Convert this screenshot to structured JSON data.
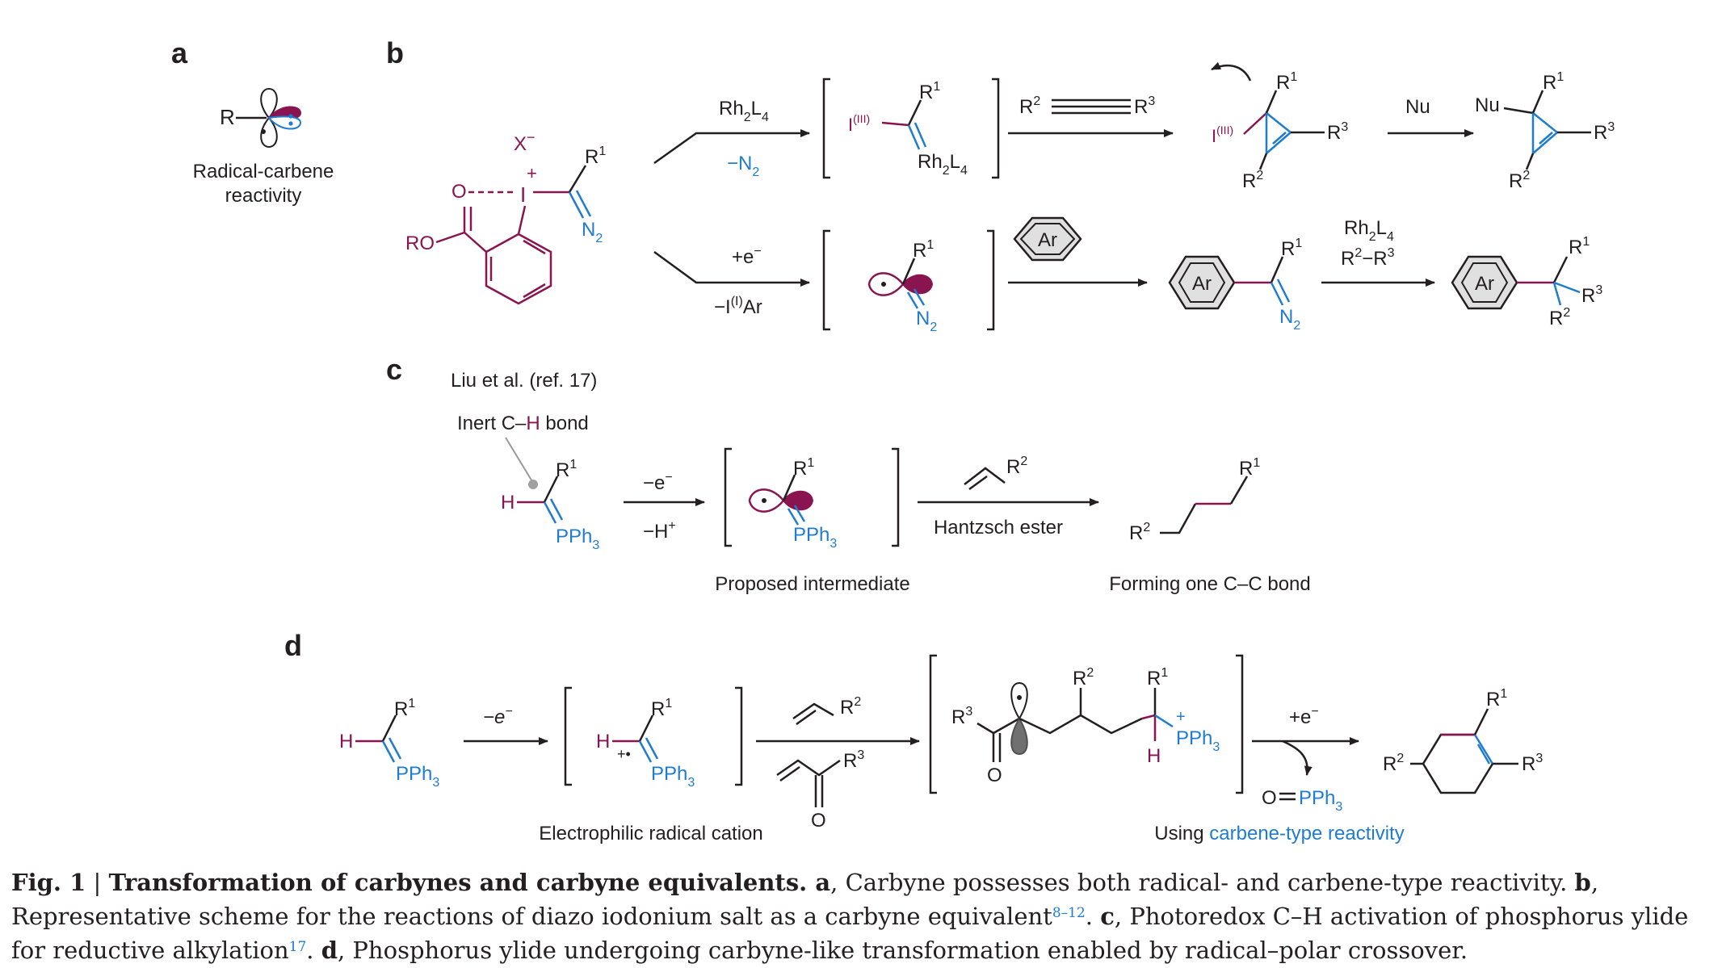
{
  "panels": {
    "a": {
      "letter": "a",
      "substituent": "R",
      "label_line1": "Radical-carbene",
      "label_line2": "reactivity"
    },
    "b": {
      "letter": "b",
      "counterion": "X",
      "counterion_charge": "−",
      "iodine": "I",
      "iodine_charge": "+",
      "carbonyl_o": "O",
      "ester_ro": "RO",
      "diazo": "N",
      "diazo_sub": "2",
      "r1": "R",
      "r1_sup": "1",
      "top": {
        "reagent": "Rh",
        "reagent_s1": "2",
        "reagent_l": "L",
        "reagent_s2": "4",
        "byproduct": "−N",
        "byproduct_sub": "2",
        "int_iodine": "I",
        "int_iodine_ox": "(III)",
        "int_r1": "R",
        "int_r1_sup": "1",
        "int_metal": "Rh",
        "int_metal_s1": "2",
        "int_metal_l": "L",
        "int_metal_s2": "4",
        "alkyne_r2": "R",
        "alkyne_r2_sup": "2",
        "alkyne_r3": "R",
        "alkyne_r3_sup": "3",
        "cp_iodine": "I",
        "cp_iodine_ox": "(III)",
        "cp_r1": "R",
        "cp_r1_sup": "1",
        "cp_r2": "R",
        "cp_r2_sup": "2",
        "cp_r3": "R",
        "cp_r3_sup": "3",
        "nu_reagent": "Nu",
        "prod_nu": "Nu",
        "prod_r1": "R",
        "prod_r1_sup": "1",
        "prod_r2": "R",
        "prod_r2_sup": "2",
        "prod_r3": "R",
        "prod_r3_sup": "3"
      },
      "bottom": {
        "reagent": "+e",
        "reagent_sup": "−",
        "byproduct": "−I",
        "byproduct_sup": "(I)",
        "byproduct_ar": "Ar",
        "int_r1": "R",
        "int_r1_sup": "1",
        "int_diazo": "N",
        "int_diazo_sub": "2",
        "arene": "Ar",
        "prod1_ar": "Ar",
        "prod1_r1": "R",
        "prod1_r1_sup": "1",
        "prod1_diazo": "N",
        "prod1_diazo_sub": "2",
        "cond_metal": "Rh",
        "cond_metal_s1": "2",
        "cond_metal_l": "L",
        "cond_metal_s2": "4",
        "cond_r2": "R",
        "cond_r2_sup": "2",
        "cond_dash": "−",
        "cond_r3": "R",
        "cond_r3_sup": "3",
        "prod2_ar": "Ar",
        "prod2_r1": "R",
        "prod2_r1_sup": "1",
        "prod2_r2": "R",
        "prod2_r2_sup": "2",
        "prod2_r3": "R",
        "prod2_r3_sup": "3"
      }
    },
    "c": {
      "letter": "c",
      "citation": "Liu et al. (ref. 17)",
      "inert_label_a": "Inert C–",
      "inert_label_h": "H",
      "inert_label_b": " bond",
      "sm_h": "H",
      "sm_r1": "R",
      "sm_r1_sup": "1",
      "sm_pph": "PPh",
      "sm_pph_sub": "3",
      "cond_top": "−e",
      "cond_top_sup": "−",
      "cond_bottom": "−H",
      "cond_bottom_sup": "+",
      "int_r1": "R",
      "int_r1_sup": "1",
      "int_pph": "PPh",
      "int_pph_sub": "3",
      "int_label": "Proposed intermediate",
      "alkene_r2": "R",
      "alkene_r2_sup": "2",
      "reagent": "Hantzsch ester",
      "prod_r1": "R",
      "prod_r1_sup": "1",
      "prod_r2": "R",
      "prod_r2_sup": "2",
      "prod_label": "Forming one C–C bond"
    },
    "d": {
      "letter": "d",
      "sm_h": "H",
      "sm_r1": "R",
      "sm_r1_sup": "1",
      "sm_pph": "PPh",
      "sm_pph_sub": "3",
      "cond": "−e",
      "cond_sup": "−",
      "rc_h": "H",
      "rc_charge": "+•",
      "rc_r1": "R",
      "rc_r1_sup": "1",
      "rc_pph": "PPh",
      "rc_pph_sub": "3",
      "rc_label": "Electrophilic radical cation",
      "alkene_r2": "R",
      "alkene_r2_sup": "2",
      "enone_r3": "R",
      "enone_r3_sup": "3",
      "enone_o": "O",
      "int_r3": "R",
      "int_r3_sup": "3",
      "int_o": "O",
      "int_r2": "R",
      "int_r2_sup": "2",
      "int_r1": "R",
      "int_r1_sup": "1",
      "int_h": "H",
      "int_pph_charge": "+",
      "int_pph": "PPh",
      "int_pph_sub": "3",
      "red_cond": "+e",
      "red_cond_sup": "−",
      "byproduct_o": "O",
      "byproduct_pph": "PPh",
      "byproduct_pph_sub": "3",
      "prod_r1": "R",
      "prod_r1_sup": "1",
      "prod_r2": "R",
      "prod_r2_sup": "2",
      "prod_r3": "R",
      "prod_r3_sup": "3",
      "footer_prefix": "Using ",
      "footer_highlight": "carbene-type reactivity"
    }
  },
  "caption": {
    "fig": "Fig. 1",
    "sep": " | ",
    "title": "Transformation of carbynes and carbyne equivalents.",
    "a_letter": " a",
    "a_text": ", Carbyne possesses both radical- and carbene-type reactivity. ",
    "b_letter": "b",
    "b_text": ", Representative scheme for the reactions of diazo iodonium salt as a carbyne equivalent",
    "b_ref": "8–12",
    "b_end": ". ",
    "c_letter": "c",
    "c_text": ", Photoredox C–H activation of phosphorus ylide for reductive alkylation",
    "c_ref": "17",
    "c_end": ". ",
    "d_letter": "d",
    "d_text": ", Phosphorus ylide undergoing carbyne-like transformation enabled by radical–polar crossover."
  },
  "colors": {
    "text": "#231f20",
    "maroon": "#8a1450",
    "blue": "#1f7ccf",
    "gray": "#d9d9d9"
  }
}
